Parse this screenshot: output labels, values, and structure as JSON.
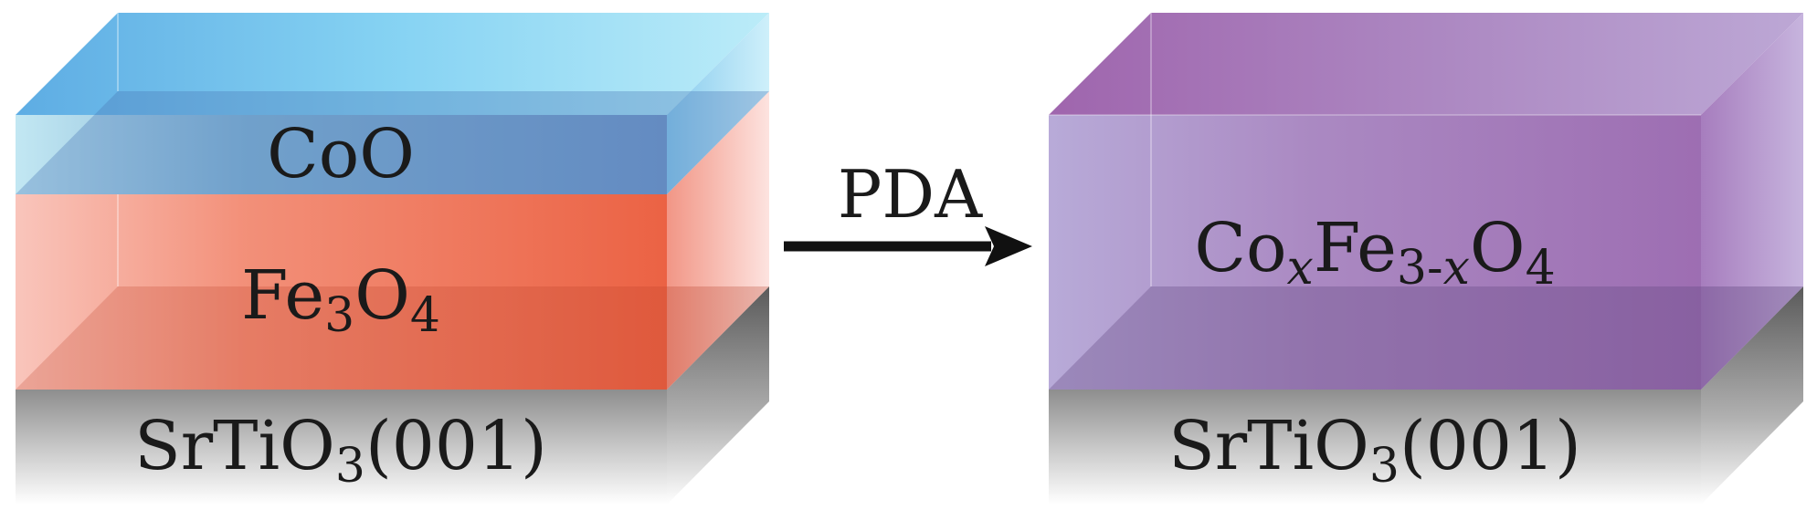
{
  "left_stack": {
    "top_layer": "CoO",
    "middle_layer": {
      "base": "Fe",
      "sub1": "3",
      "mid": "O",
      "sub2": "4"
    },
    "substrate": {
      "base": "SrTiO",
      "sub": "3",
      "suffix": "(001)"
    }
  },
  "process": {
    "label": "PDA"
  },
  "right_stack": {
    "film": {
      "p1": "Co",
      "s1": "x",
      "p2": "Fe",
      "s2a": "3-",
      "s2b": "x",
      "p3": "O",
      "s3": "4"
    },
    "substrate": {
      "base": "SrTiO",
      "sub": "3",
      "suffix": "(001)"
    }
  },
  "colors": {
    "coo_layer": "#63c3ee",
    "fe3o4_layer": "#ef6a4d",
    "cofe_layer": "#9b6fb5",
    "substrate_gray": "#8a8a8a",
    "arrow": "#111111"
  }
}
